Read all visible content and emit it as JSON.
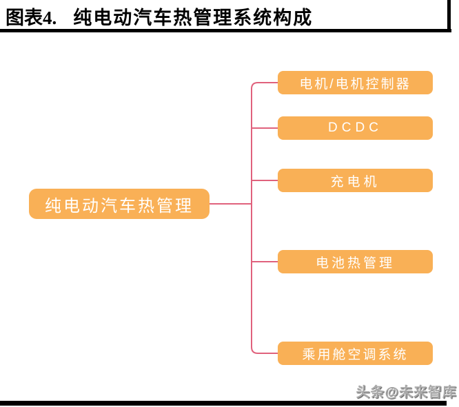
{
  "header": {
    "figure_label": "图表4.",
    "title": "纯电动汽车热管理系统构成"
  },
  "diagram": {
    "type": "mindmap",
    "root": {
      "label": "纯电动汽车热管理"
    },
    "children": [
      {
        "label": "电机/电机控制器"
      },
      {
        "label": "DCDC"
      },
      {
        "label": "充电机"
      },
      {
        "label": "电池热管理"
      },
      {
        "label": "乘用舱空调系统"
      }
    ]
  },
  "watermark": "头条@未来智库",
  "colors": {
    "node_fill": "#F9B056",
    "node_text": "#FFFFFF",
    "connector": "#E0617C",
    "rule": "#000000"
  }
}
